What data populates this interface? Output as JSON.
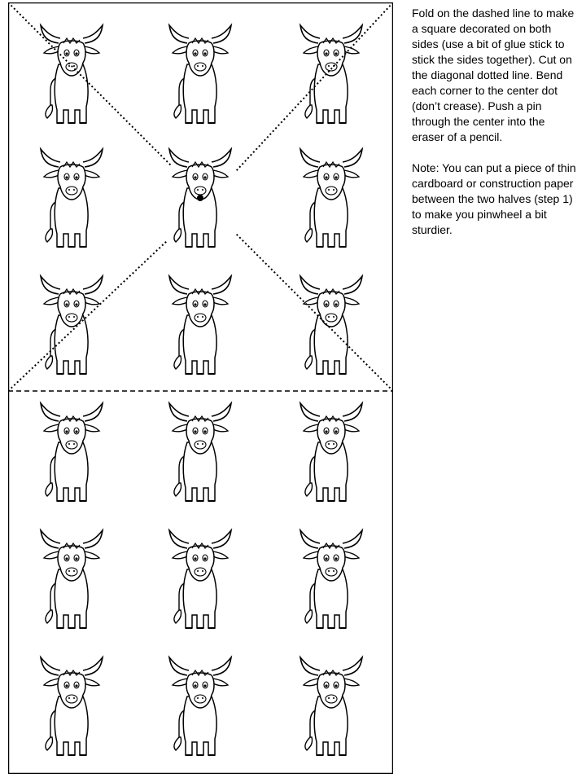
{
  "instructions": {
    "step_text": "Fold on the dashed line to make a square decorated on both sides (use a bit of glue stick to stick the sides together).  Cut on the diagonal dotted line. Bend each corner to the center dot (don’t crease). Push a pin through the center into the eraser of a pencil.",
    "note_text": "Note: You can put a piece of thin cardboard or construction paper between the two halves (step 1) to make you pinwheel a bit sturdier."
  },
  "template": {
    "rows": 6,
    "columns": 3,
    "repeated_motif": "cartoon-bull",
    "line_color": "#000000",
    "background_color": "#ffffff"
  }
}
